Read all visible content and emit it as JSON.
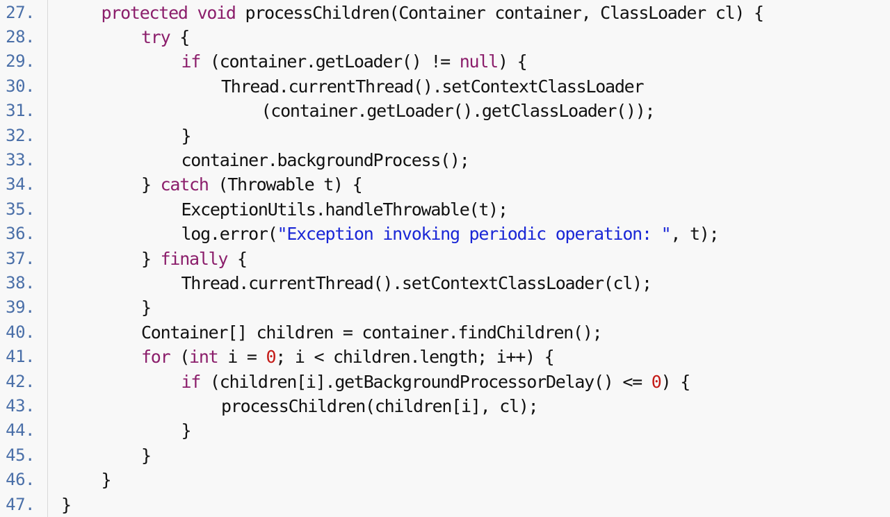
{
  "colors": {
    "background": "#f8f8f8",
    "gutter_border": "#d8d8d8",
    "line_number": "#4a6fa8",
    "keyword": "#8b1e6b",
    "string": "#1a27d6",
    "number": "#c41a16",
    "text": "#111111"
  },
  "lines": [
    {
      "number": "27.",
      "indent": 1,
      "tokens": [
        {
          "t": "kw",
          "v": "protected void"
        },
        {
          "t": "txt",
          "v": " processChildren(Container container, ClassLoader cl) {"
        }
      ]
    },
    {
      "number": "28.",
      "indent": 2,
      "tokens": [
        {
          "t": "kw",
          "v": "try"
        },
        {
          "t": "txt",
          "v": " {"
        }
      ]
    },
    {
      "number": "29.",
      "indent": 3,
      "tokens": [
        {
          "t": "kw",
          "v": "if"
        },
        {
          "t": "txt",
          "v": " (container.getLoader() != "
        },
        {
          "t": "kw",
          "v": "null"
        },
        {
          "t": "txt",
          "v": ") {"
        }
      ]
    },
    {
      "number": "30.",
      "indent": 4,
      "tokens": [
        {
          "t": "txt",
          "v": "Thread.currentThread().setContextClassLoader"
        }
      ]
    },
    {
      "number": "31.",
      "indent": 5,
      "tokens": [
        {
          "t": "txt",
          "v": "(container.getLoader().getClassLoader());"
        }
      ]
    },
    {
      "number": "32.",
      "indent": 3,
      "tokens": [
        {
          "t": "txt",
          "v": "}"
        }
      ]
    },
    {
      "number": "33.",
      "indent": 3,
      "tokens": [
        {
          "t": "txt",
          "v": "container.backgroundProcess();"
        }
      ]
    },
    {
      "number": "34.",
      "indent": 2,
      "tokens": [
        {
          "t": "txt",
          "v": "} "
        },
        {
          "t": "kw",
          "v": "catch"
        },
        {
          "t": "txt",
          "v": " (Throwable t) {"
        }
      ]
    },
    {
      "number": "35.",
      "indent": 3,
      "tokens": [
        {
          "t": "txt",
          "v": "ExceptionUtils.handleThrowable(t);"
        }
      ]
    },
    {
      "number": "36.",
      "indent": 3,
      "tokens": [
        {
          "t": "txt",
          "v": "log.error("
        },
        {
          "t": "str",
          "v": "\"Exception invoking periodic operation: \""
        },
        {
          "t": "txt",
          "v": ", t);"
        }
      ]
    },
    {
      "number": "37.",
      "indent": 2,
      "tokens": [
        {
          "t": "txt",
          "v": "} "
        },
        {
          "t": "kw",
          "v": "finally"
        },
        {
          "t": "txt",
          "v": " {"
        }
      ]
    },
    {
      "number": "38.",
      "indent": 3,
      "tokens": [
        {
          "t": "txt",
          "v": "Thread.currentThread().setContextClassLoader(cl);"
        }
      ]
    },
    {
      "number": "39.",
      "indent": 2,
      "tokens": [
        {
          "t": "txt",
          "v": "}"
        }
      ]
    },
    {
      "number": "40.",
      "indent": 2,
      "tokens": [
        {
          "t": "txt",
          "v": "Container[] children = container.findChildren();"
        }
      ]
    },
    {
      "number": "41.",
      "indent": 2,
      "tokens": [
        {
          "t": "kw",
          "v": "for"
        },
        {
          "t": "txt",
          "v": " ("
        },
        {
          "t": "kw",
          "v": "int"
        },
        {
          "t": "txt",
          "v": " i = "
        },
        {
          "t": "num",
          "v": "0"
        },
        {
          "t": "txt",
          "v": "; i < children.length; i++) {"
        }
      ]
    },
    {
      "number": "42.",
      "indent": 3,
      "tokens": [
        {
          "t": "kw",
          "v": "if"
        },
        {
          "t": "txt",
          "v": " (children[i].getBackgroundProcessorDelay() <= "
        },
        {
          "t": "num",
          "v": "0"
        },
        {
          "t": "txt",
          "v": ") {"
        }
      ]
    },
    {
      "number": "43.",
      "indent": 4,
      "tokens": [
        {
          "t": "txt",
          "v": "processChildren(children[i], cl);"
        }
      ]
    },
    {
      "number": "44.",
      "indent": 3,
      "tokens": [
        {
          "t": "txt",
          "v": "}"
        }
      ]
    },
    {
      "number": "45.",
      "indent": 2,
      "tokens": [
        {
          "t": "txt",
          "v": "}"
        }
      ]
    },
    {
      "number": "46.",
      "indent": 1,
      "tokens": [
        {
          "t": "txt",
          "v": "}"
        }
      ]
    },
    {
      "number": "47.",
      "indent": 0,
      "tokens": [
        {
          "t": "txt",
          "v": "}"
        }
      ]
    }
  ]
}
